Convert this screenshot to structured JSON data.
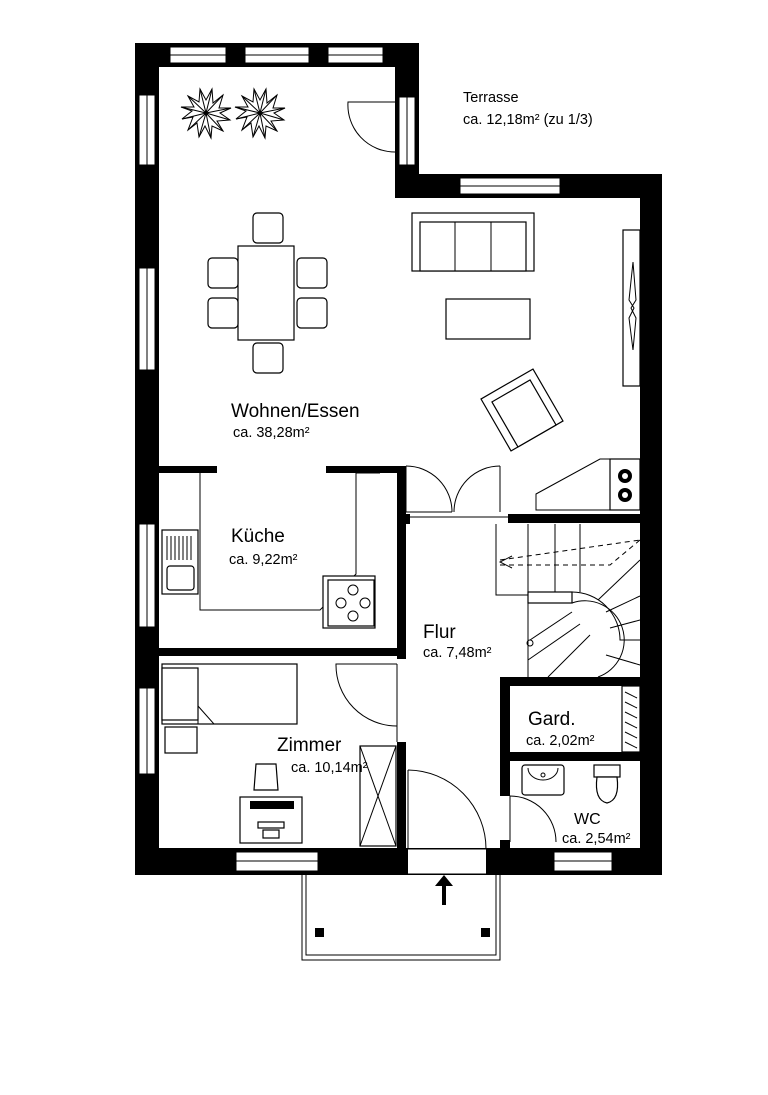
{
  "rooms": {
    "wohnen": {
      "name": "Wohnen/Essen",
      "area": "ca. 38,28m²"
    },
    "kueche": {
      "name": "Küche",
      "area": "ca. 9,22m²"
    },
    "flur": {
      "name": "Flur",
      "area": "ca. 7,48m²"
    },
    "zimmer": {
      "name": "Zimmer",
      "area": "ca. 10,14m²"
    },
    "gard": {
      "name": "Gard.",
      "area": "ca. 2,02m²"
    },
    "wc": {
      "name": "WC",
      "area": "ca. 2,54m²"
    }
  },
  "terrace": {
    "name": "Terrasse",
    "area": "ca. 12,18m² (zu 1/3)"
  },
  "colors": {
    "wall": "#000000",
    "background": "#ffffff"
  },
  "icons": [
    "plant-icon",
    "entrance-arrow-icon",
    "cooktop-icon",
    "sink-icon",
    "toilet-icon",
    "fireplace-icon"
  ]
}
